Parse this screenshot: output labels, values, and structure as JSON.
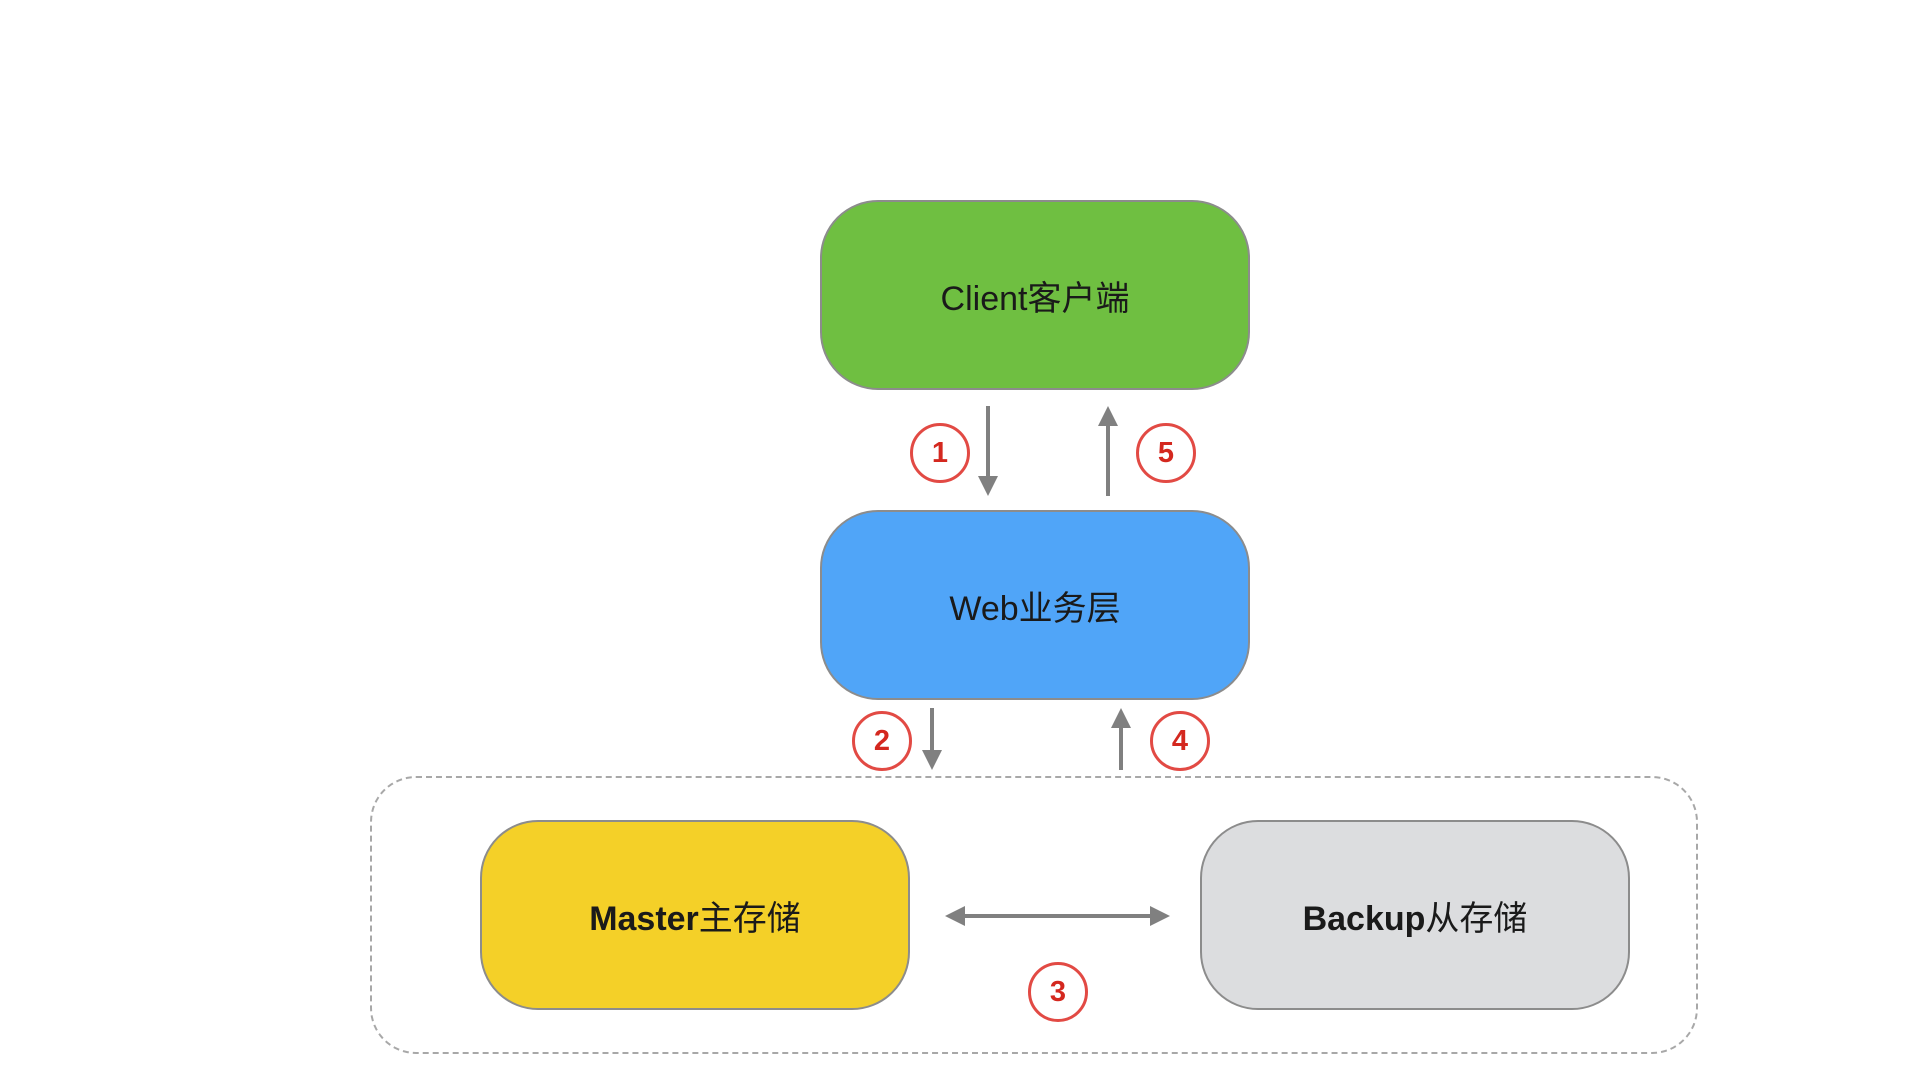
{
  "nodes": {
    "client": {
      "label": "Client客户端",
      "color": "#6fbf41"
    },
    "web": {
      "label": "Web业务层",
      "color": "#50a5f8"
    },
    "master": {
      "label_bold": "Master",
      "label_rest": "主存储",
      "color": "#f4d028"
    },
    "backup": {
      "label_bold": "Backup",
      "label_rest": "从存储",
      "color": "#dcdddf"
    }
  },
  "steps": [
    "1",
    "2",
    "3",
    "4",
    "5"
  ],
  "colors": {
    "arrow": "#808080",
    "step_ring": "#e24a44",
    "step_text": "#d4281f",
    "group_border": "#a8a8a8"
  }
}
